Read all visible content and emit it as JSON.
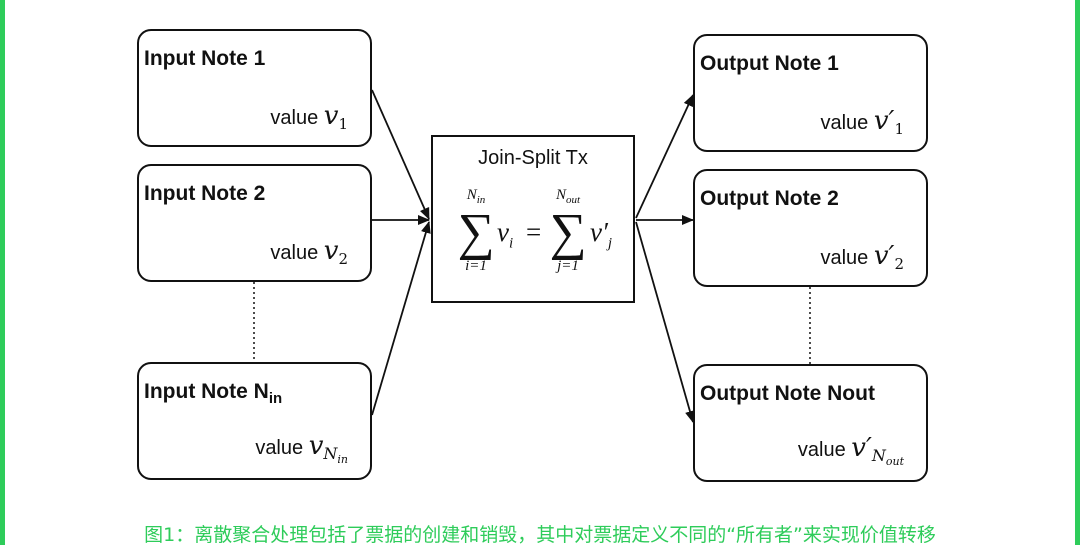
{
  "inputs": [
    {
      "title": "Input Note 1",
      "value_label": "value",
      "var": "v",
      "sub": "1"
    },
    {
      "title": "Input Note 2",
      "value_label": "value",
      "var": "v",
      "sub": "2"
    },
    {
      "title": "Input Note N",
      "title_sub": "in",
      "value_label": "value",
      "var": "v",
      "sub": "N",
      "sub_sub": "in"
    }
  ],
  "outputs": [
    {
      "title": "Output Note 1",
      "value_label": "value",
      "var": "v′",
      "sub": "1"
    },
    {
      "title": "Output Note 2",
      "value_label": "value",
      "var": "v′",
      "sub": "2"
    },
    {
      "title": "Output Note Nout",
      "value_label": "value",
      "var": "v′",
      "sub": "N",
      "sub_sub": "out"
    }
  ],
  "tx": {
    "title": "Join-Split Tx",
    "left_sum": {
      "upper": "N",
      "upper_sub": "in",
      "lower": "i=1",
      "term": "v",
      "term_sub": "i"
    },
    "equals": "=",
    "right_sum": {
      "upper": "N",
      "upper_sub": "out",
      "lower": "j=1",
      "term": "v′",
      "term_sub": "j"
    }
  },
  "caption": "图1：离散聚合处理包括了票据的创建和销毁，其中对票据定义不同的“所有者”来实现价值转移",
  "colors": {
    "accent": "#2ecc5a",
    "ink": "#111111"
  }
}
